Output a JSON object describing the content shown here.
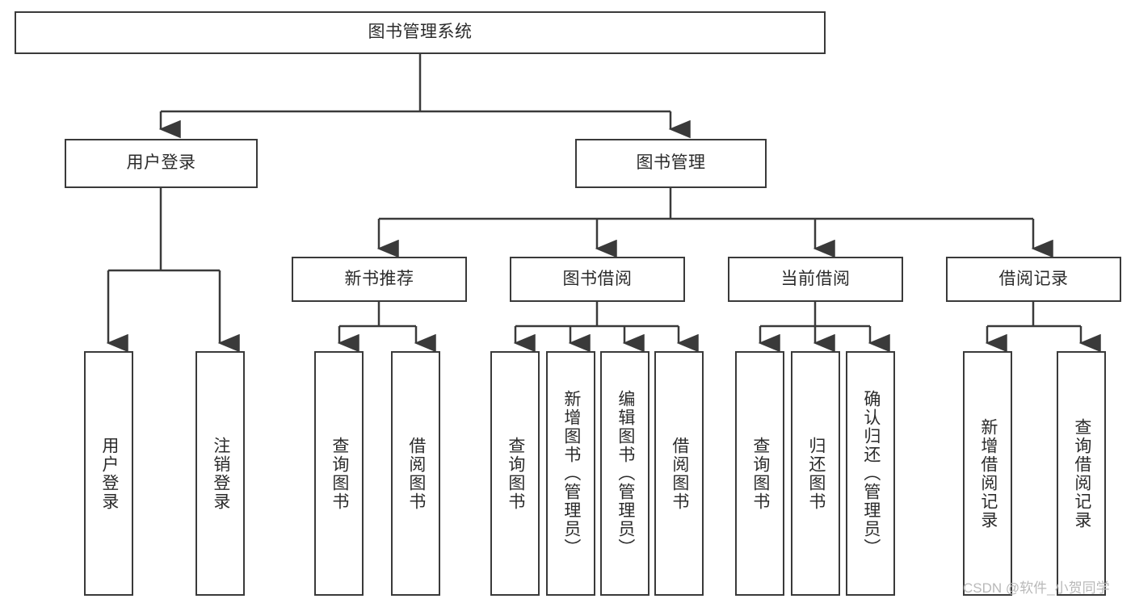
{
  "diagram": {
    "title": "图书管理系统",
    "watermark": "CSDN @软件_小贺同学",
    "colors": {
      "border": "#3a3a3a",
      "text": "#2b2b2b",
      "connector": "#3a3a3a",
      "background": "#ffffff",
      "watermark": "#b9b9b9"
    },
    "levels": {
      "root": {
        "label": "图书管理系统"
      },
      "level2": [
        {
          "label": "用户登录"
        },
        {
          "label": "图书管理"
        }
      ],
      "level3": [
        {
          "label": "新书推荐"
        },
        {
          "label": "图书借阅"
        },
        {
          "label": "当前借阅"
        },
        {
          "label": "借阅记录"
        }
      ],
      "leaves": {
        "user_login": [
          {
            "label": "用户登录"
          },
          {
            "label": "注销登录"
          }
        ],
        "new_book_recommend": [
          {
            "label": "查询图书"
          },
          {
            "label": "借阅图书"
          }
        ],
        "book_borrow": [
          {
            "label": "查询图书"
          },
          {
            "label": "新增图书（管理员）"
          },
          {
            "label": "编辑图书（管理员）"
          },
          {
            "label": "借阅图书"
          }
        ],
        "current_borrow": [
          {
            "label": "查询图书"
          },
          {
            "label": "归还图书"
          },
          {
            "label": "确认归还（管理员）"
          }
        ],
        "borrow_record": [
          {
            "label": "新增借阅记录"
          },
          {
            "label": "查询借阅记录"
          }
        ]
      }
    }
  }
}
